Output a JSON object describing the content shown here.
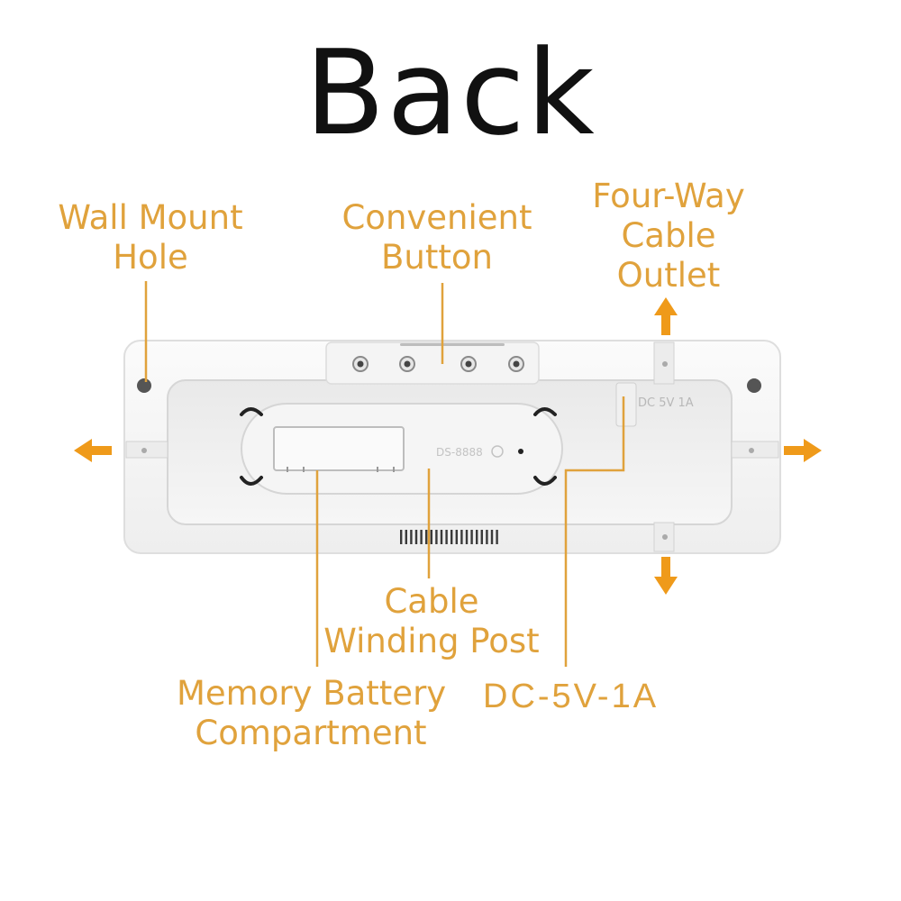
{
  "title": "Back",
  "labels": {
    "wall_mount": [
      "Wall Mount",
      "Hole"
    ],
    "convenient_button": [
      "Convenient",
      "Button"
    ],
    "four_way": [
      "Four-Way",
      "Cable",
      "Outlet"
    ],
    "cable_winding": [
      "Cable",
      "Winding Post"
    ],
    "memory_battery": [
      "Memory Battery",
      "Compartment"
    ],
    "dc": "DC-5V-1A"
  },
  "device_print": {
    "dc_small": "DC 5V 1A",
    "model": "DS-8888"
  },
  "colors": {
    "accent": "#e0a23c",
    "arrow": "#ef9a1a",
    "device": "#f7f7f7",
    "device_edge": "#dcdcdc"
  }
}
